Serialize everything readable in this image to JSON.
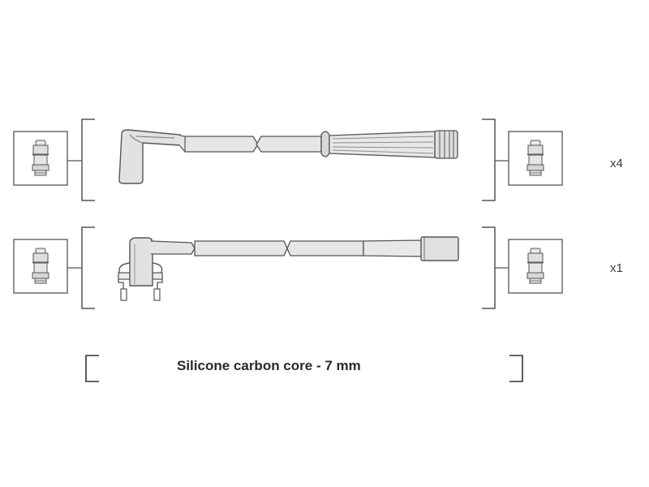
{
  "sets": [
    {
      "quantity": "x4"
    },
    {
      "quantity": "x1"
    }
  ],
  "caption": "Silicone carbon core - 7 mm",
  "colors": {
    "line": "#555555",
    "part_fill": "#e3e3e3",
    "frame_fill": "#ffffff"
  },
  "icons": [
    "spark-plug-icon",
    "ignition-lead-straight-boot",
    "ignition-lead-angled-boot-with-clip"
  ]
}
